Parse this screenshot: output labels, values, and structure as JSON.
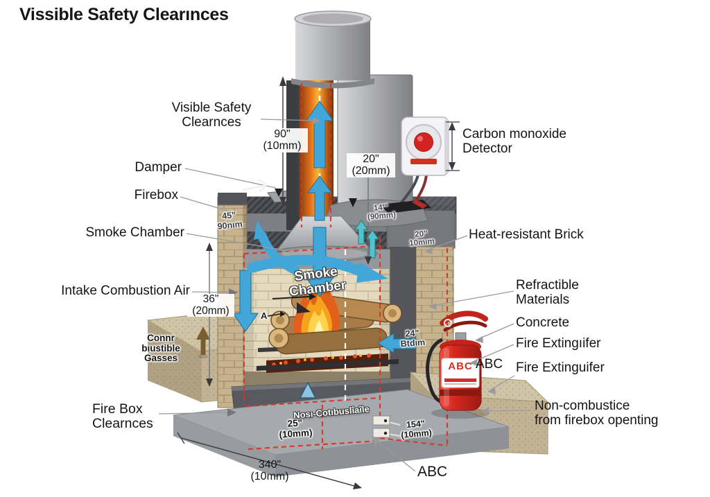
{
  "title": "Vissible Safety Clearınces",
  "labels": {
    "visible_safety": "Visible Safety\nClearnces",
    "damper": "Damper",
    "firebox": "Firebox",
    "smoke_chamber": "Smoke Chamber",
    "intake_air": "Intake Combustion Air",
    "combustible_gasses": "Connr bıustible\nGasses",
    "firebox_clearances": "Fire Box\nClearnces",
    "carbon_monoxide": "Carbon monoxide\nDetector",
    "heat_resistant_brick": "Heat-resistant Brick",
    "refractible_materials": "Refractible\nMaterials",
    "concrete": "Concrete",
    "fire_extinguisher_1": "Fire Extingıifer",
    "abc_right": "ABC",
    "fire_extinguisher_2": "Fire Extinguifer",
    "non_combustible_right": "Non-combustice\nfrom firebox openting",
    "abc_bottom": "ABC",
    "smoke_chamber_inner": "Smoke Chamber",
    "non_combustible_inner": "Nosı-Cotıbuslîaîle",
    "marker_a": "A",
    "extinguisher_label": "ABC"
  },
  "dimensions": {
    "flue_height": "90\"\n(10mm)",
    "chimney_clearance": "20\"\n(20mm)",
    "wall_45": "45\"\n90nım",
    "side_36": "36\"\n(20mm)",
    "ledge_14": "14'\"\n(90mm)",
    "brick_20": "20\"\n10mım",
    "firebox_24": "24\"\nBtdım",
    "hearth_25": "25\"\n(10mm)",
    "right_154": "154\"\n(10mm)",
    "hearth_340": "340\"\n(10mm)"
  },
  "colors": {
    "flow_arrow": "#42a7d8",
    "clearance_dash": "#d13a2a",
    "flame": "#f6a21d",
    "extinguisher_red": "#d6281e",
    "detector_button": "#d42421",
    "brick_tan": "#c6b28c",
    "masonry_gray": "#7e7f84"
  }
}
